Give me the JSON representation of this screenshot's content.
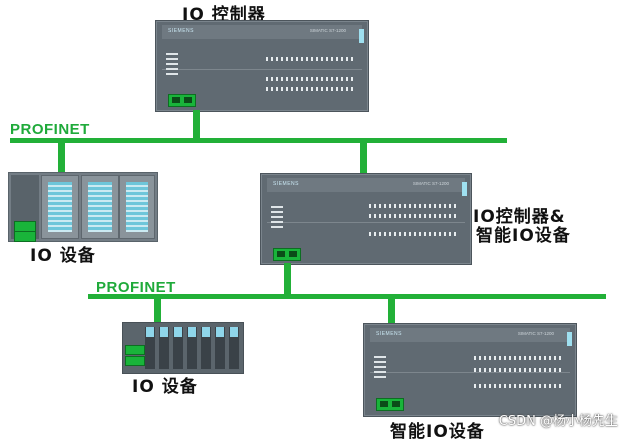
{
  "labels": {
    "top_controller": "IO 控制器",
    "profinet_1": "PROFINET",
    "io_device_1": "IO 设备",
    "controller_smart_line1": "IO控制器&",
    "controller_smart_line2": "智能IO设备",
    "profinet_2": "PROFINET",
    "io_device_2": "IO 设备",
    "smart_device": "智能IO设备"
  },
  "device_text": {
    "brand": "SIEMENS",
    "model": "SIMATIC S7-1200"
  },
  "watermark": "CSDN @杨小杨先生",
  "colors": {
    "bus": "#22b038",
    "profinet_text": "#1faa3a",
    "device_body": "#606a72"
  }
}
